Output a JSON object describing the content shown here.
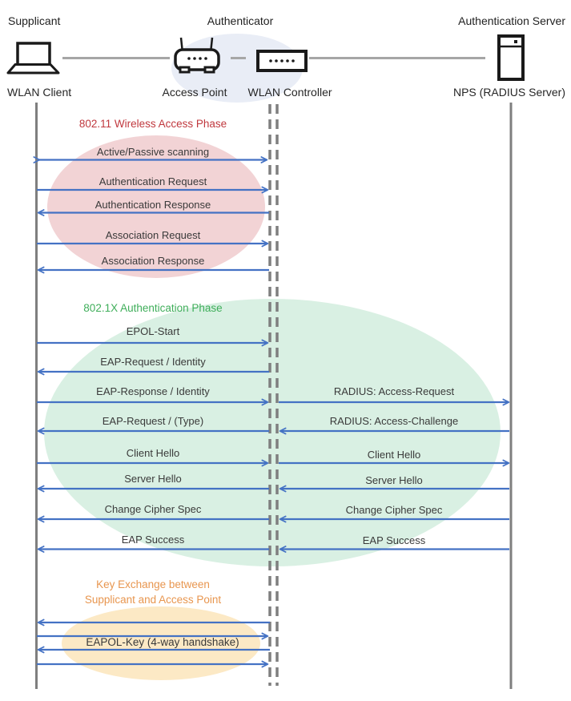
{
  "header": {
    "roles": {
      "supplicant": "Supplicant",
      "authenticator": "Authenticator",
      "authentication_server": "Authentication Server"
    },
    "devices": {
      "wlan_client": "WLAN Client",
      "access_point": "Access Point",
      "wlan_controller": "WLAN Controller",
      "nps": "NPS (RADIUS Server)"
    }
  },
  "phases": {
    "p80211": {
      "title": "802.11 Wireless Access Phase",
      "color": "#C0383E"
    },
    "p8021x": {
      "title": "802.1X Authentication Phase",
      "color": "#3FAE5A"
    },
    "key_exchange": {
      "title_line1": "Key Exchange between",
      "title_line2": "Supplicant and Access Point",
      "color": "#E8964F"
    }
  },
  "messages": {
    "scanning": {
      "label": "Active/Passive scanning",
      "direction": "bidirectional"
    },
    "auth_request": {
      "label": "Authentication Request",
      "direction": "right"
    },
    "auth_response": {
      "label": "Authentication Response",
      "direction": "left"
    },
    "assoc_request": {
      "label": "Association Request",
      "direction": "right"
    },
    "assoc_response": {
      "label": "Association Response",
      "direction": "left"
    },
    "epol_start": {
      "label": "EPOL-Start",
      "direction": "right"
    },
    "eap_request_identity": {
      "label": "EAP-Request / Identity",
      "direction": "left"
    },
    "eap_response_identity": {
      "label": "EAP-Response / Identity",
      "direction": "right"
    },
    "radius_access_request": {
      "label": "RADIUS: Access-Request",
      "direction": "right"
    },
    "eap_request_type": {
      "label": "EAP-Request / (Type)",
      "direction": "left"
    },
    "radius_access_challenge": {
      "label": "RADIUS: Access-Challenge",
      "direction": "left"
    },
    "client_hello_left": {
      "label": "Client Hello",
      "direction": "right"
    },
    "client_hello_right": {
      "label": "Client Hello",
      "direction": "right"
    },
    "server_hello_left": {
      "label": "Server Hello",
      "direction": "left"
    },
    "server_hello_right": {
      "label": "Server Hello",
      "direction": "left"
    },
    "change_cipher_spec_left": {
      "label": "Change Cipher Spec",
      "direction": "left"
    },
    "change_cipher_spec_right": {
      "label": "Change Cipher Spec",
      "direction": "left"
    },
    "eap_success_left": {
      "label": "EAP Success",
      "direction": "left"
    },
    "eap_success_right": {
      "label": "EAP Success",
      "direction": "left"
    },
    "eapol_key": {
      "label": "EAPOL-Key (4-way handshake)",
      "direction": "bidirectional"
    }
  },
  "colors": {
    "arrow": "#4472C4",
    "lifeline": "#7F7F7F",
    "connector": "#A6A6A6",
    "phase_80211_fill": "#F2D3D5",
    "phase_8021x_fill": "#D9F0E3",
    "key_exchange_fill": "#FCE9C5",
    "authenticator_fill": "#E9EDF6",
    "icon_stroke": "#1A1A1A",
    "text": "#3A3A3A"
  }
}
